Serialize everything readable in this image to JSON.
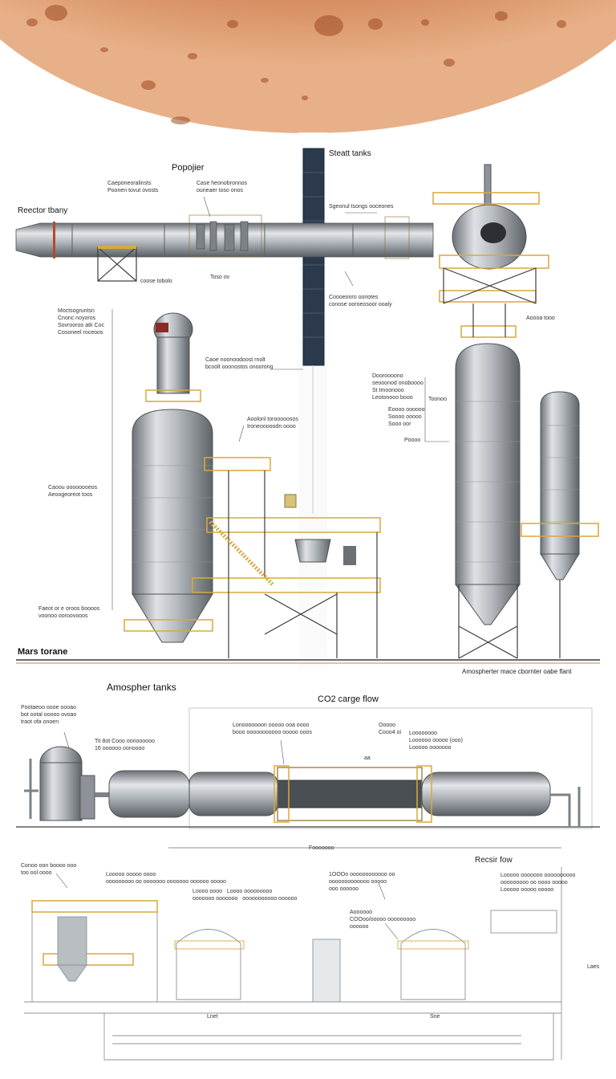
{
  "colors": {
    "mars_dark": "#a9502b",
    "mars_mid": "#cd7a48",
    "mars_light": "#e9a877",
    "steel_dark": "#5f6469",
    "steel_mid": "#a2a7ac",
    "steel_light": "#e6e8ea",
    "rail_yellow": "#e2b43c",
    "frame_dark": "#3b3d40",
    "panel_navy": "#263446",
    "line_gray": "#8d9399"
  },
  "labels": {
    "propulsion": "Popojier",
    "steam_tanks": "Steatt tanks",
    "reactor_tray": "Reector tbany",
    "mars_terrace": "Mars torane",
    "plant_caption": "Amospherter mace cbornter oabe flant",
    "atmosphere_tanks": "Amospher tanks",
    "co2_flow": "CO2 carge flow",
    "reactor_flow": "Recsir fow",
    "lanes": "Laes",
    "bottom_left_unit": "Lnet",
    "bottom_right_unit": "Sne"
  },
  "annotations": {
    "top_a": "Caeponeoralinsts\nPoonen tovut ovosts",
    "top_b": "Case heonobronnos\nouneaer toso onos",
    "top_c": "Sgeonul tsongs ooceones",
    "top_d": "Coooeonro ooriotes\nconose ooroeosoor ooaly",
    "under_left": "coose tobolo",
    "under_mid": "Toso ov",
    "left_block": "Moctsogruntsn\nCnonc noyoros\nSovrooroo atk Coc\nCosoneel roceoos",
    "mid_block": "Caoe noonoodoost rnolt\nbcoolt ooonostos onoorong",
    "mid_small": "Aoolonl torooooosos\nIroneooooodn oooo",
    "left_low": "Caoou oooooooeos\nAeoogeoreot toos",
    "left_bottom": "Faeot or e oroos boooos\nvoonoo ooroovooos",
    "right_block_1": "Dooroooono\nseooonod onoboooo\nSt tmoonooo\nLeotonooo booo",
    "right_block_2": "Eoooo oooooo\nSoooo ooooo\nSooo oor",
    "right_small": "Toonoo",
    "right_label_ann": "Aoooa tooo",
    "right_pipe": "Poooo",
    "pipe_left_a": "Pootaeoo oooe oooao\nbot ootal ooooo ovoao\ntraot ofa onoen",
    "pipe_left_b": "Tit 8ot Cooo oonoooooo\n16 oooooo oonoooo",
    "pipe_mid": "Lonooooooon ooooo ooa oooo\nbooo ooooooooooo ooooo ooos",
    "pipe_mid_small": "Ooooo\nCooo4 oi",
    "pipe_right": "Loooooooo\nLoooooo ooooo (ooo)\nLooooo ooooooo",
    "pipe_num": "aa",
    "bl_a": "Conoo oon boooo ooo\ntoo ool oooo",
    "bl_b": "Looooo ooooo oooo\nooooooooo oo ooooooo ooooooo oooooo ooooo",
    "bl_c": "Loooo oooo   Loooo ooooooooo\nooooooo ooooooo   ooooooooooo oooooo",
    "bl_d": "1OOOo oooooooooooo oo\nooooooooooooo ooooo\nooo oooooo",
    "bl_e": "Aoooooo\nCOOoo/ooooo ooooooooo\noooooo",
    "bl_f": "Looooo ooooooo oooooooooo\nooooooooo oo oooo ooooo\nLooooo ooooo ooooo",
    "bl_top": "Fooooooo"
  }
}
